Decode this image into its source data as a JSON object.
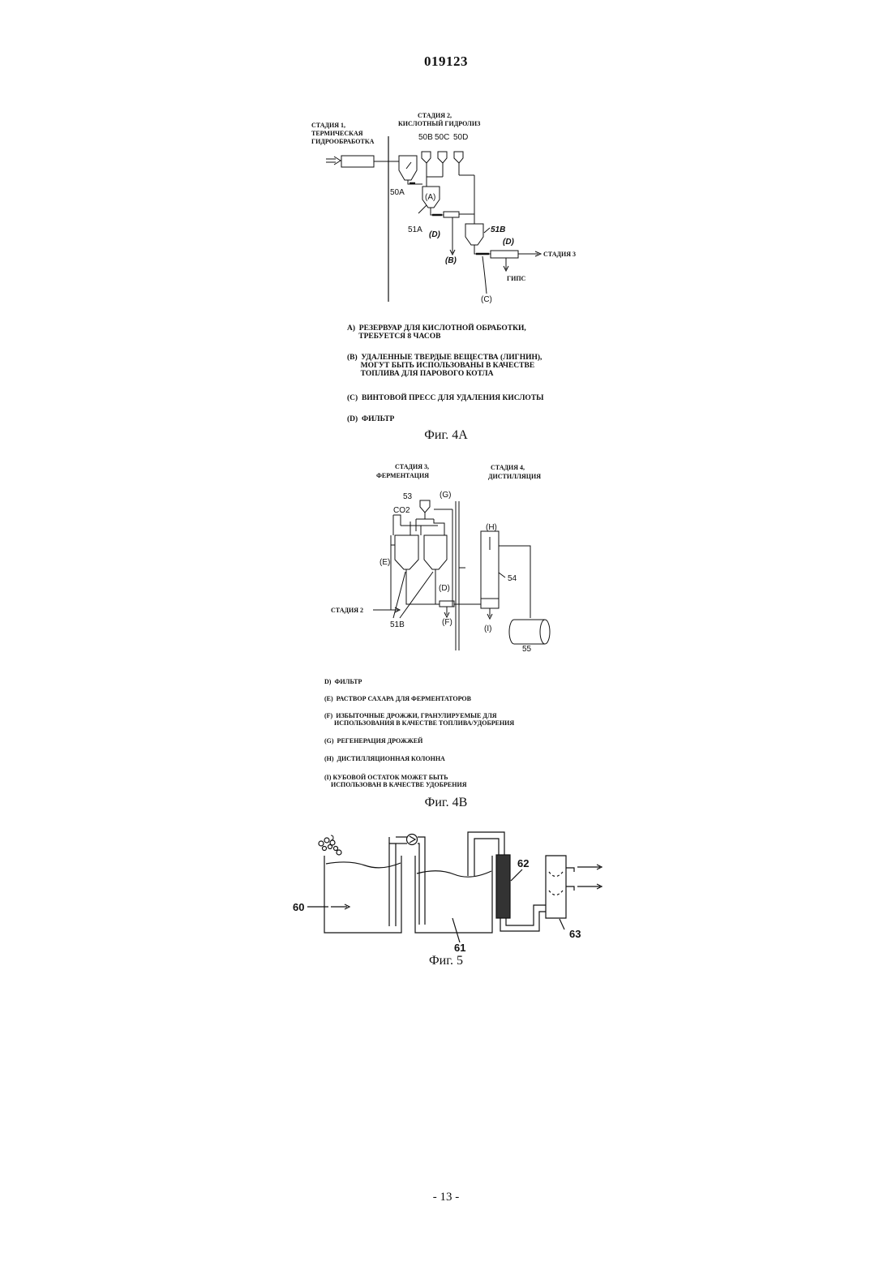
{
  "header": {
    "patent_number": "019123"
  },
  "footer": {
    "page_number": "- 13 -"
  },
  "fig4a": {
    "caption": "Фиг. 4A",
    "stage1": [
      "СТАДИЯ 1,",
      "ТЕРМИЧЕСКАЯ",
      "ГИДРООБРАБОТКА"
    ],
    "stage2": [
      "СТАДИЯ 2,",
      "КИСЛОТНЫЙ ГИДРОЛИЗ"
    ],
    "labels": {
      "l50b": "50B",
      "l50c": "50C",
      "l50d": "50D",
      "l50a": "50A",
      "a": "(A)",
      "l51a": "51A",
      "l51b": "51B",
      "d1": "(D)",
      "d2": "(D)",
      "b": "(B)",
      "c": "(C)",
      "stage3": "СТАДИЯ 3",
      "gypsum": "ГИПС"
    },
    "legend": [
      [
        "A)  РЕЗЕРВУАР ДЛЯ КИСЛОТНОЙ ОБРАБОТКИ,",
        "      ТРЕБУЕТСЯ 8 ЧАСОВ"
      ],
      [
        "(B)  УДАЛЕННЫЕ ТВЕРДЫЕ ВЕЩЕСТВА (ЛИГНИН),",
        "       МОГУТ БЫТЬ ИСПОЛЬЗОВАНЫ В КАЧЕСТВЕ",
        "       ТОПЛИВА ДЛЯ ПАРОВОГО КОТЛА"
      ],
      [
        "(C)  ВИНТОВОЙ ПРЕСС ДЛЯ УДАЛЕНИЯ КИСЛОТЫ"
      ],
      [
        "(D)  ФИЛЬТР"
      ]
    ]
  },
  "fig4b": {
    "caption": "Фиг. 4B",
    "stage3": [
      "СТАДИЯ 3,",
      "ФЕРМЕНТАЦИЯ"
    ],
    "stage4": [
      "СТАДИЯ 4,",
      "ДИСТИЛЛЯЦИЯ"
    ],
    "labels": {
      "l53": "53",
      "g": "(G)",
      "co2": "CO2",
      "h": "(H)",
      "e": "(E)",
      "l54": "54",
      "d": "(D)",
      "stage2": "СТАДИЯ 2",
      "l51b": "51B",
      "f": "(F)",
      "i": "(I)",
      "l55": "55"
    },
    "legend": [
      [
        "D)  ФИЛЬТР"
      ],
      [
        "(E)  РАСТВОР САХАРА ДЛЯ ФЕРМЕНТАТОРОВ"
      ],
      [
        "(F)  ИЗБЫТОЧНЫЕ ДРОЖЖИ, ГРАНУЛИРУЕМЫЕ ДЛЯ",
        "      ИСПОЛЬЗОВАНИЯ В КАЧЕСТВЕ ТОПЛИВА/УДОБРЕНИЯ"
      ],
      [
        "(G)  РЕГЕНЕРАЦИЯ ДРОЖЖЕЙ"
      ],
      [
        "(H)  ДИСТИЛЛЯЦИОННАЯ КОЛОННА"
      ],
      [
        "(I) КУБОВОЙ ОСТАТОК МОЖЕТ БЫТЬ",
        "    ИСПОЛЬЗОВАН В КАЧЕСТВЕ УДОБРЕНИЯ"
      ]
    ]
  },
  "fig5": {
    "caption": "Фиг. 5",
    "labels": {
      "l60": "60",
      "l61": "61",
      "l62": "62",
      "l63": "63"
    }
  }
}
